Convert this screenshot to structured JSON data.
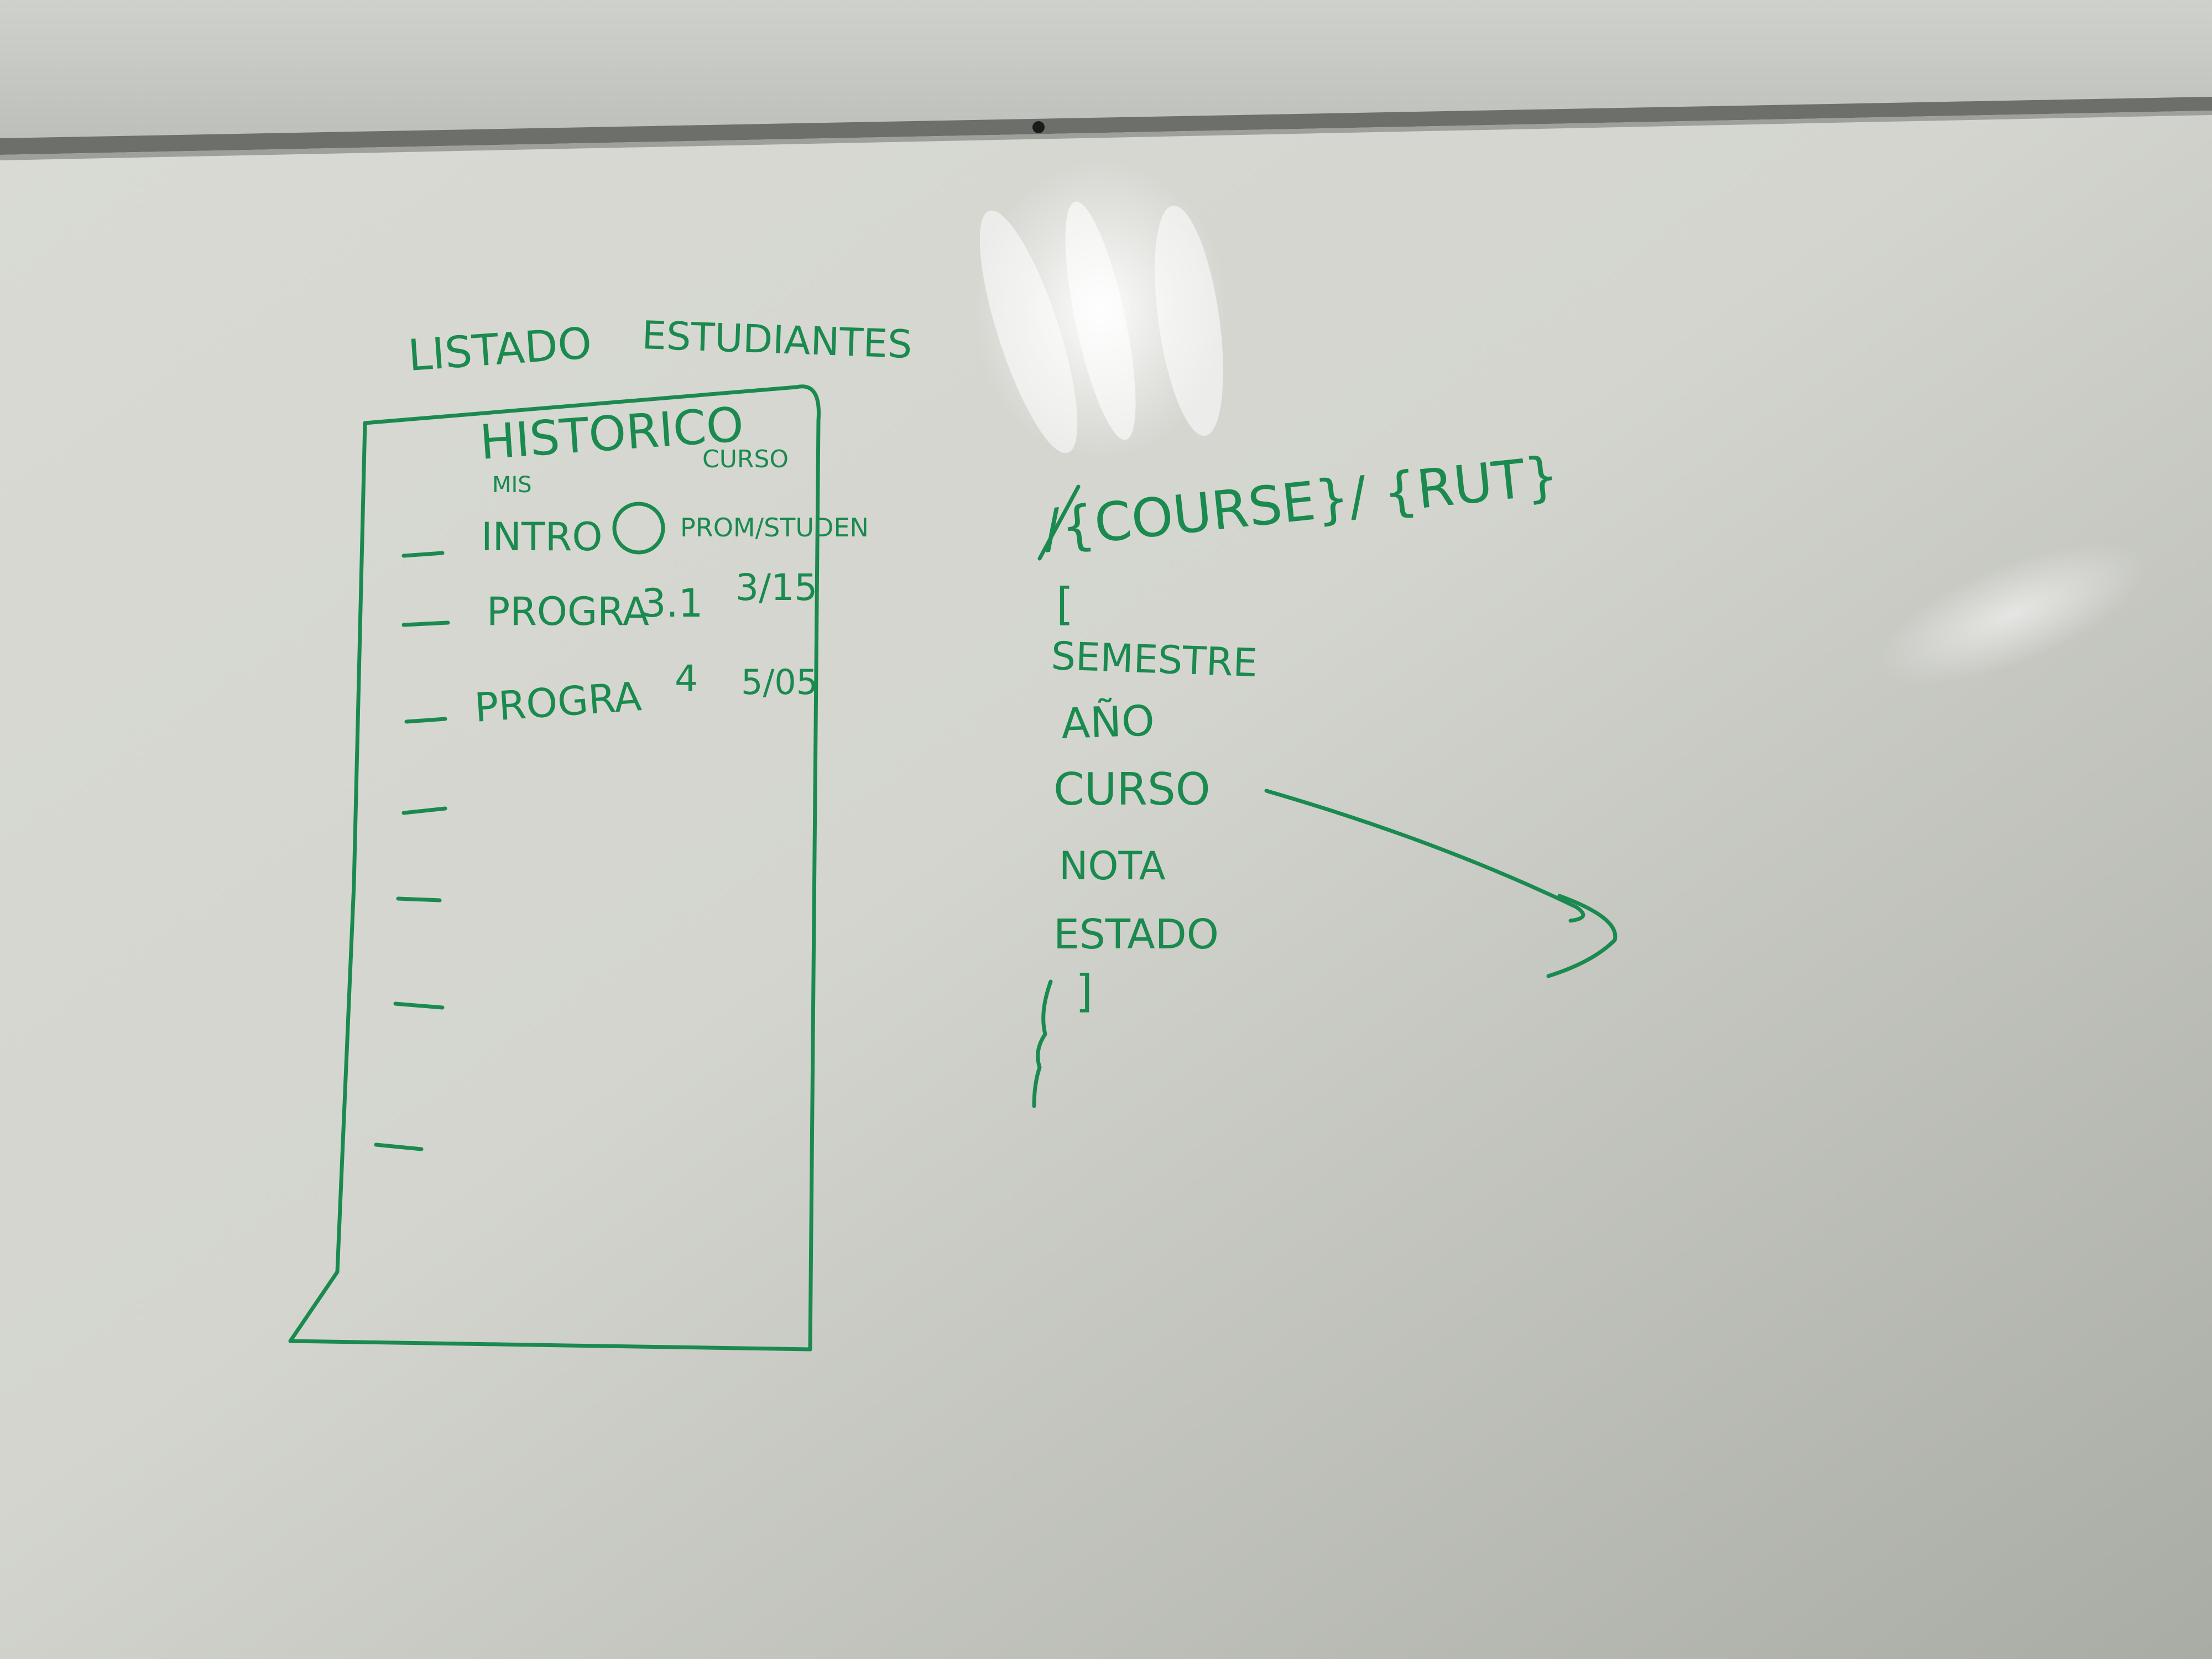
{
  "board": {
    "ink_color": "#1a8a4f",
    "surface_color": "#dcdcd6",
    "rail_color": "#7a7c78"
  },
  "sketch_left": {
    "title_1": "LISTADO",
    "title_2": "ESTUDIANTES",
    "heading": "HISTORICO",
    "header_small_left": "MIS",
    "header_small_right": "CURSO",
    "rows": [
      {
        "course": "INTRO",
        "grade": "",
        "note": "PROM/STUDEN"
      },
      {
        "course": "PROGRA",
        "grade": "3.1",
        "note": "3/15"
      },
      {
        "course": "PROGRA",
        "grade": "4",
        "note": "5/05"
      }
    ]
  },
  "sketch_right": {
    "endpoint": "/{COURSE}/ {RUT}",
    "open_bracket": "[",
    "fields": [
      "SEMESTRE",
      "AÑO",
      "CURSO",
      "NOTA",
      "ESTADO"
    ],
    "close_bracket": "]"
  }
}
